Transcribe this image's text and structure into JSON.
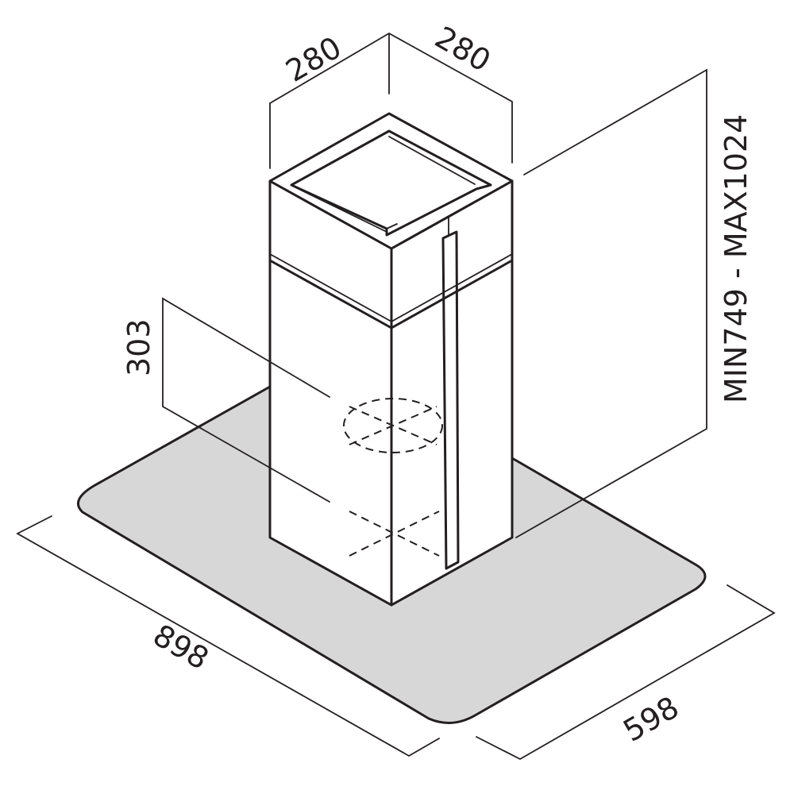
{
  "dimensions": {
    "chimney_width_left": "280",
    "chimney_width_right": "280",
    "height_range": "MIN749 - MAX1024",
    "canopy_height": "303",
    "canopy_length": "898",
    "canopy_depth": "598"
  },
  "colors": {
    "line": "#231f20",
    "glass": "#d7d7d7",
    "background": "#ffffff"
  }
}
